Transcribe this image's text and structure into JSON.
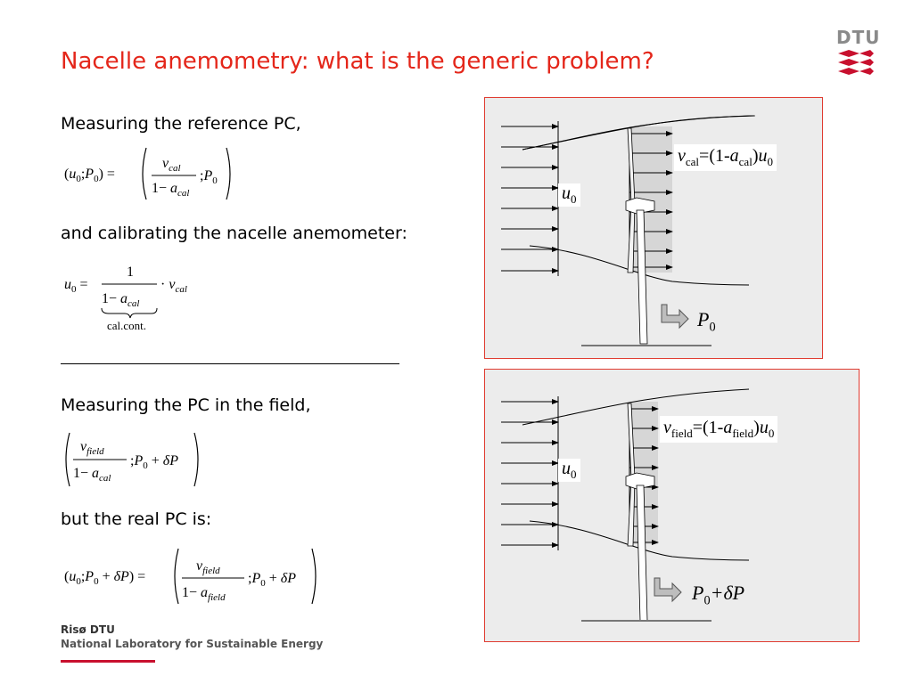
{
  "slide": {
    "title": "Nacelle anemometry: what is the generic problem?",
    "logo_text": "DTU",
    "footer_org": "Risø DTU",
    "footer_lab": "National Laboratory for Sustainable Energy"
  },
  "left": {
    "p1": "Measuring the reference PC,",
    "p2": "and calibrating the nacelle anemometer:",
    "cal_cont": "cal.cont.",
    "p3": "Measuring the PC in the field,",
    "p4": "but the real PC is:"
  },
  "fig1": {
    "u_label": "u",
    "u_sub": "0",
    "v_label_v": "v",
    "v_label_sub": "cal",
    "v_label_mid": "=(1-",
    "v_label_a": "a",
    "v_label_asub": "cal",
    "v_label_end": ")",
    "v_label_u": "u",
    "v_label_usub": "0",
    "p_label": "P",
    "p_sub": "0"
  },
  "fig2": {
    "u_label": "u",
    "u_sub": "0",
    "v_label_v": "v",
    "v_label_sub": "field",
    "v_label_mid": "=(1-",
    "v_label_a": "a",
    "v_label_asub": "field",
    "v_label_end": ")",
    "v_label_u": "u",
    "v_label_usub": "0",
    "p_label": "P",
    "p_sub": "0",
    "p_extra": "+δP"
  },
  "colors": {
    "title": "#e4261a",
    "frame": "#e03c31",
    "figure_bg": "#ececec",
    "footer_bar": "#c8102e"
  }
}
